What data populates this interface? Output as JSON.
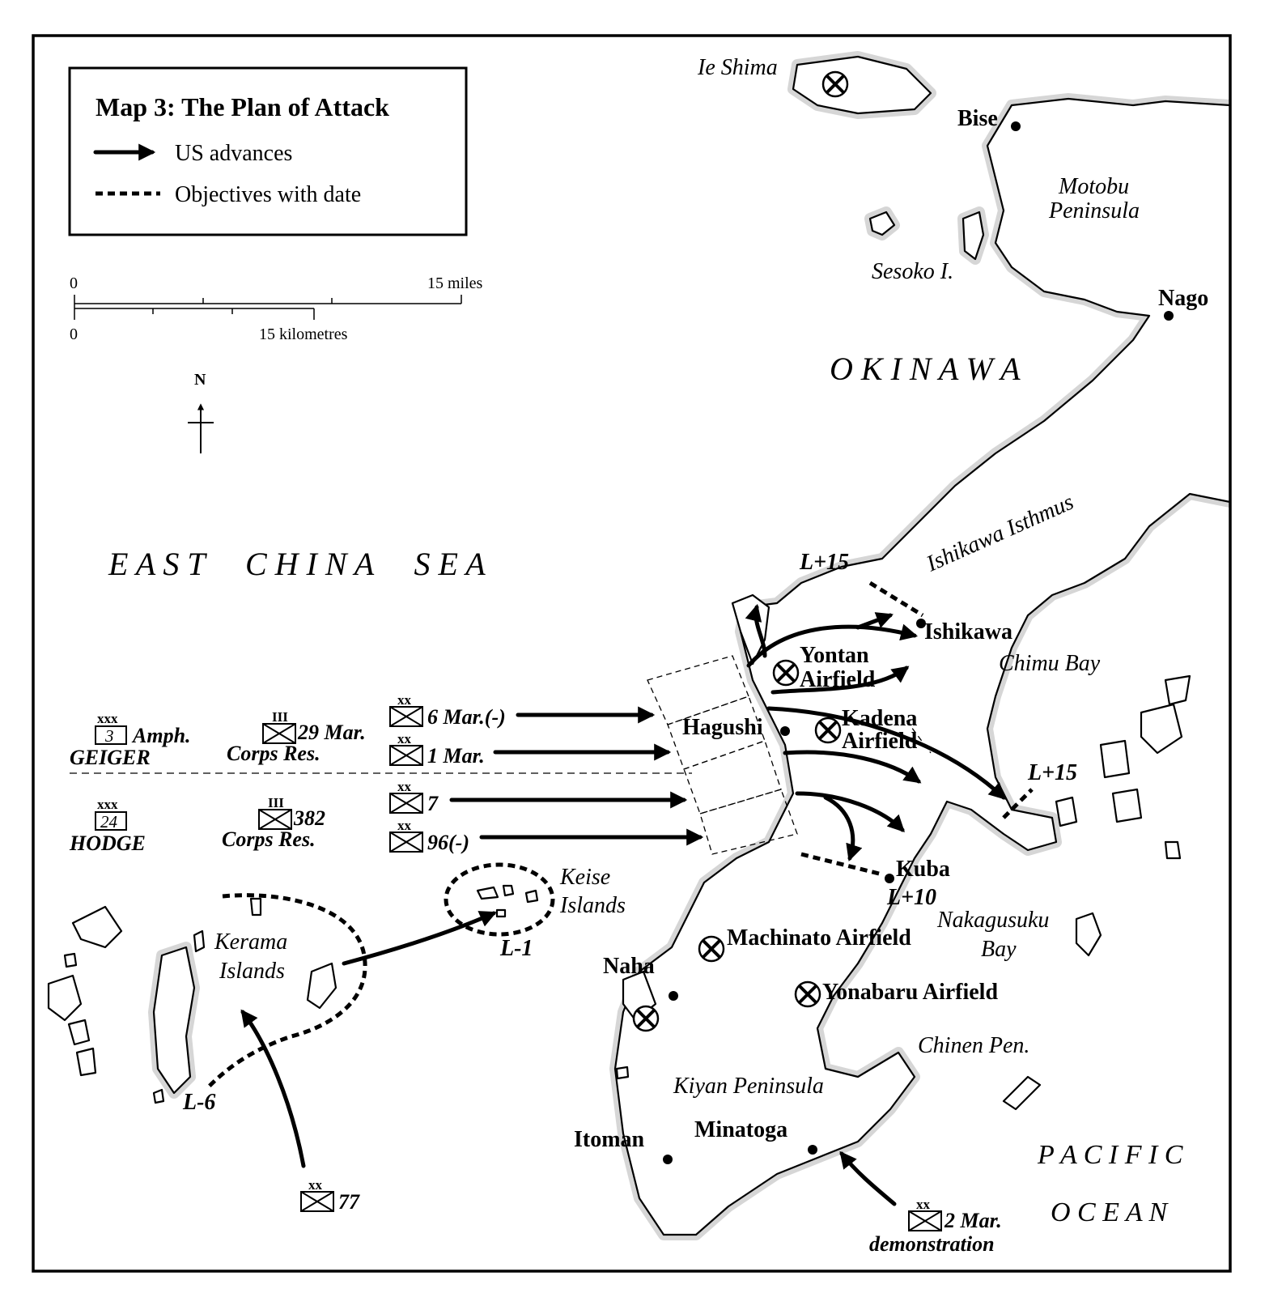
{
  "title": "Map 3: The Plan of Attack",
  "legend": [
    {
      "symbol": "solid-arrow",
      "label": "US advances"
    },
    {
      "symbol": "dashed-line",
      "label": "Objectives with date"
    }
  ],
  "scale": {
    "miles_zero": "0",
    "miles_label": "15 miles",
    "km_zero": "0",
    "km_label": "15 kilometres"
  },
  "north": "N",
  "seas": {
    "east_china_sea": "E A S T     C H I N A     S E A",
    "okinawa": "O K I N A W A",
    "pacific": "P A C I F I C",
    "ocean": "O C E A N"
  },
  "places": {
    "ie_shima": "Ie Shima",
    "bise": "Bise",
    "motobu_1": "Motobu",
    "motobu_2": "Peninsula",
    "sesoko": "Sesoko I.",
    "nago": "Nago",
    "ishikawa_isthmus": "Ishikawa Isthmus",
    "ishikawa": "Ishikawa",
    "chimu_bay": "Chimu Bay",
    "yontan_1": "Yontan",
    "yontan_2": "Airfield",
    "kadena_1": "Kadena",
    "kadena_2": "Airfield",
    "hagushi": "Hagushi",
    "kuba": "Kuba",
    "keise_1": "Keise",
    "keise_2": "Islands",
    "kerama_1": "Kerama",
    "kerama_2": "Islands",
    "machinato": "Machinato Airfield",
    "naha": "Naha",
    "nakagusuku_1": "Nakagusuku",
    "nakagusuku_2": "Bay",
    "yonabaru": "Yonabaru Airfield",
    "chinen": "Chinen Pen.",
    "kiyan": "Kiyan Peninsula",
    "itoman": "Itoman",
    "minatoga": "Minatoga"
  },
  "objectives": {
    "l15_north": "L+15",
    "l15_east": "L+15",
    "l10": "L+10",
    "l1": "L-1",
    "l6": "L-6"
  },
  "units": {
    "corps3_echelon": "xxx",
    "corps3_num": "3",
    "corps3_name": "Amph.",
    "corps3_cmdr": "GEIGER",
    "corps24_echelon": "xxx",
    "corps24_num": "24",
    "corps24_cmdr": "HODGE",
    "res29_echelon": "III",
    "res29_name": "29 Mar.",
    "res29_sub": "Corps Res.",
    "res382_echelon": "III",
    "res382_name": "382",
    "res382_sub": "Corps Res.",
    "div6_echelon": "xx",
    "div6": "6 Mar.(-)",
    "div1_echelon": "xx",
    "div1": "1 Mar.",
    "div7_echelon": "xx",
    "div7": "7",
    "div96_echelon": "xx",
    "div96": "96(-)",
    "div77_echelon": "xx",
    "div77": "77",
    "div2_echelon": "xx",
    "div2": "2 Mar.",
    "div2_sub": "demonstration"
  }
}
